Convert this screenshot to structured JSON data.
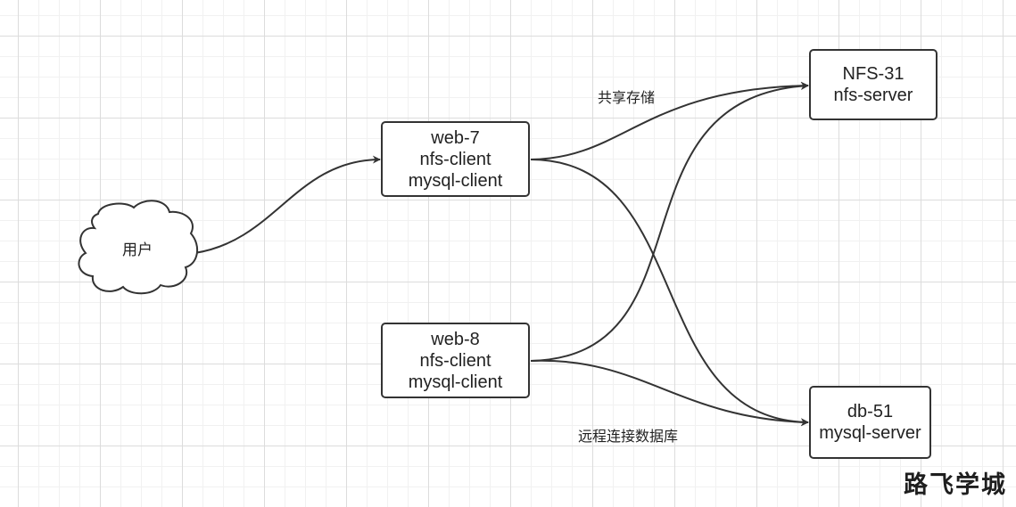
{
  "nodes": {
    "web7": {
      "lines": [
        "web-7",
        "nfs-client",
        "mysql-client"
      ]
    },
    "web8": {
      "lines": [
        "web-8",
        "nfs-client",
        "mysql-client"
      ]
    },
    "nfs31": {
      "lines": [
        "NFS-31",
        "nfs-server"
      ]
    },
    "db51": {
      "lines": [
        "db-51",
        "mysql-server"
      ]
    },
    "user": {
      "label": "用户"
    }
  },
  "edge_labels": {
    "shared_storage": "共享存储",
    "remote_db": "远程连接数据库"
  },
  "watermark": "路飞学城"
}
